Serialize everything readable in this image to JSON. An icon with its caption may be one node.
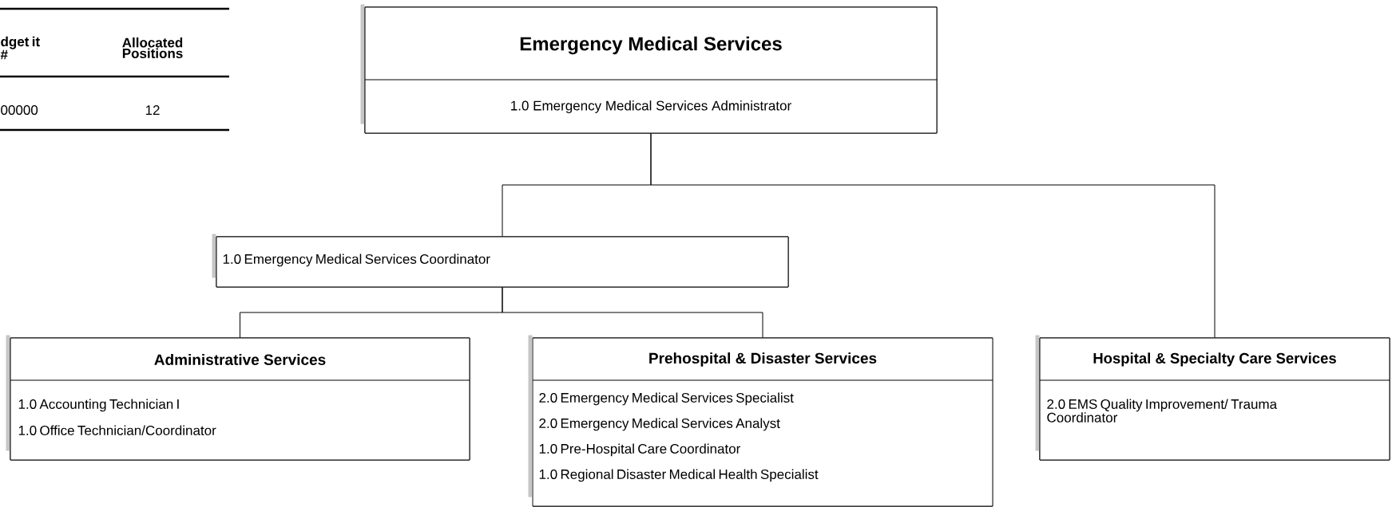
{
  "diagram": {
    "nodes": [
      {
        "text": [
          "Emergency Medical Services",
          "1.0 Emergency Medical Services Administrator"
        ]
      },
      {
        "text": [
          "1.0 Emergency Medical Services Coordinator"
        ]
      },
      {
        "text": [
          "Administrative Services",
          "1.0 Accounting Technician I",
          "1.0 Office Technician/Coordinator"
        ]
      },
      {
        "text": [
          "Prehospital & Disaster Services",
          "2.0 Emergency Medical Services Specialist",
          "2.0 Emergency Medical Services Analyst",
          "1.0 Pre-Hospital Care Coordinator",
          "1.0 Regional Disaster Medical Health Specialist"
        ]
      },
      {
        "text": [
          "Hospital & Specialty Care Services",
          "2.0 EMS Quality Improvement/ Trauma Coordinator"
        ]
      }
    ],
    "edges": [
      {
        "from": 0,
        "to": 1,
        "arrow": "none"
      },
      {
        "from": 0,
        "to": 4,
        "arrow": "none"
      },
      {
        "from": 1,
        "to": 2,
        "arrow": "none"
      },
      {
        "from": 1,
        "to": 3,
        "arrow": "none"
      }
    ],
    "labels": [
      "dget it #",
      "Allocated Positions",
      "00000",
      "12"
    ]
  }
}
